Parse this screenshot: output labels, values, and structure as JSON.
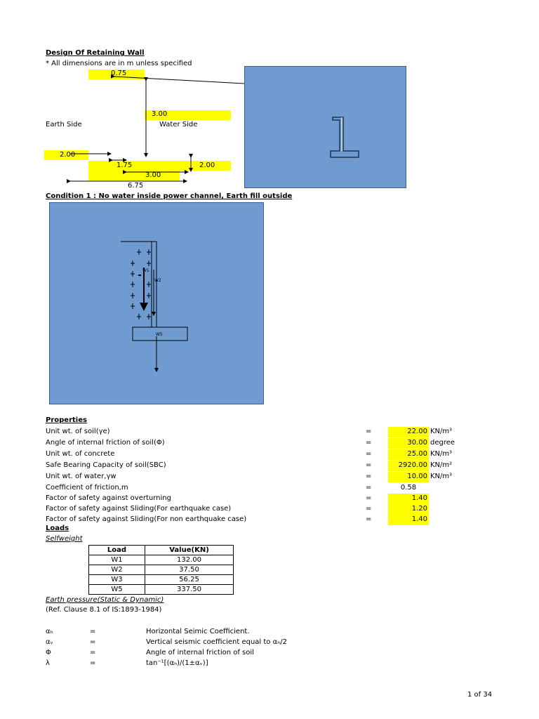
{
  "title": "Design Of Retaining Wall",
  "note": "* All dimensions are in m unless specified",
  "dims": {
    "top_width": "0.75",
    "stem_height": "3.00",
    "left_offset": "2.00",
    "heel": "1.75",
    "base_thickness": "2.00",
    "toe": "3.00",
    "total_width": "6.75",
    "earth_side": "Earth Side",
    "water_side": "Water Side"
  },
  "condition1": "Condition 1 : No water inside power channel, Earth fill outside",
  "sketch_labels": {
    "w1": "W1",
    "w2": "W2",
    "w5": "W5"
  },
  "properties_heading": "Properties",
  "properties": [
    {
      "label": "Unit wt. of soil(γe)",
      "eq": "=",
      "value": "22.00",
      "unit": "KN/m³",
      "highlight": true
    },
    {
      "label": "Angle of internal friction of soil(Φ)",
      "eq": "=",
      "value": "30.00",
      "unit": "degree",
      "highlight": true
    },
    {
      "label": "Unit wt. of concrete",
      "eq": "=",
      "value": "25.00",
      "unit": "KN/m³",
      "highlight": true
    },
    {
      "label": "Safe Bearing Capacity of soil(SBC)",
      "eq": "=",
      "value": "2920.00",
      "unit": "KN/m²",
      "highlight": true
    },
    {
      "label": "Unit wt. of water,γw",
      "eq": "=",
      "value": "10.00",
      "unit": "KN/m³",
      "highlight": true
    },
    {
      "label": "Coefficient of friction,m",
      "eq": "=",
      "value": "0.58",
      "unit": "",
      "highlight": false
    },
    {
      "label": "Factor of safety against overturning",
      "eq": "=",
      "value": "1.40",
      "unit": "",
      "highlight": true
    },
    {
      "label": "Factor of safety against Sliding(For earthquake case)",
      "eq": "=",
      "value": "1.20",
      "unit": "",
      "highlight": true
    },
    {
      "label": "Factor of safety against Sliding(For non earthquake case)",
      "eq": "=",
      "value": "1.40",
      "unit": "",
      "highlight": true
    }
  ],
  "loads_heading": "Loads",
  "selfweight_heading": "Selfweight",
  "loads_table": {
    "headers": [
      "Load",
      "Value(KN)"
    ],
    "rows": [
      [
        "W1",
        "132.00"
      ],
      [
        "W2",
        "37.50"
      ],
      [
        "W3",
        "56.25"
      ],
      [
        "W5",
        "337.50"
      ]
    ]
  },
  "earth_pressure_heading": "Earth pressure(Static  & Dynamic)",
  "ref_clause": "(Ref. Clause 8.1 of IS:1893-1984)",
  "symbols": [
    {
      "sym": "αₕ",
      "eq": "=",
      "desc": "Horizontal Seimic Coefficient."
    },
    {
      "sym": "αᵥ",
      "eq": "=",
      "desc": "Vertical seismic coefficient  equal to αₕ/2"
    },
    {
      "sym": "Φ",
      "eq": "=",
      "desc": "Angle of internal friction of soil"
    },
    {
      "sym": "λ",
      "eq": "=",
      "desc": "tan⁻¹[(αₕ)/(1±αᵥ)]"
    }
  ],
  "page_number": "1 of 34"
}
